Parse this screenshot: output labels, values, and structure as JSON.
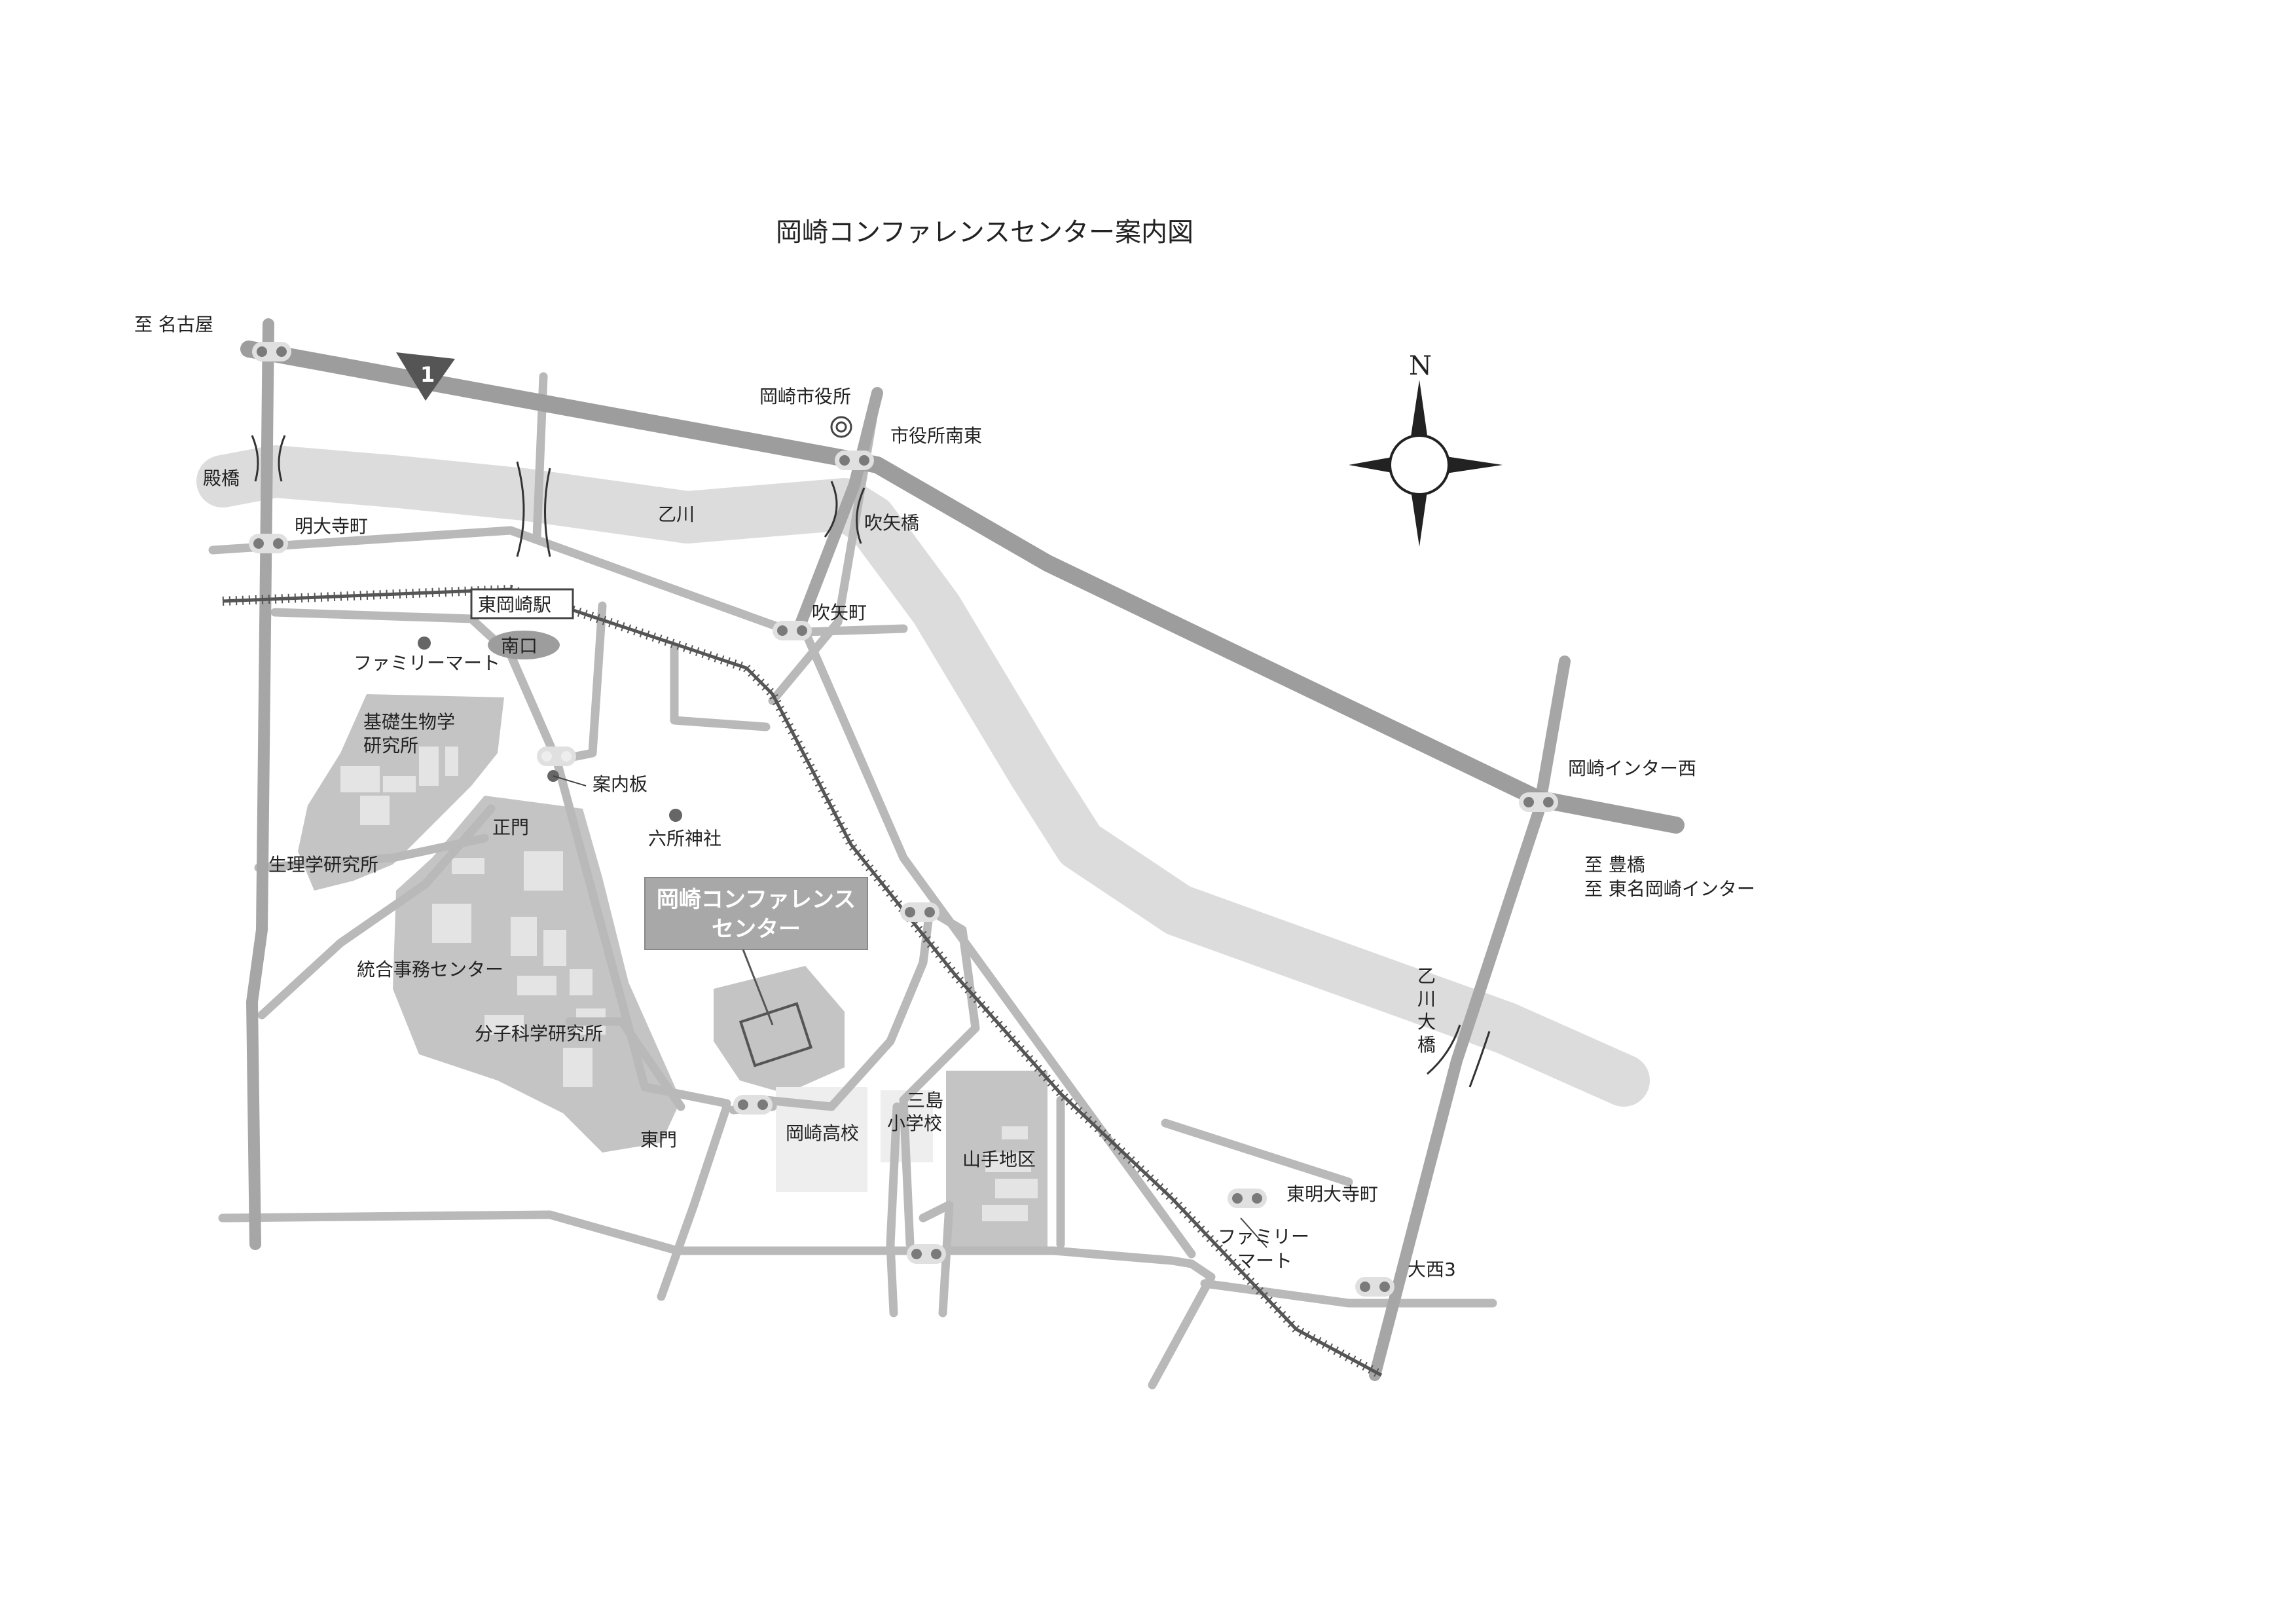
{
  "title": "岡崎コンファレンスセンター案内図",
  "compass": {
    "north": "N"
  },
  "route": "1",
  "labels": {
    "to_nagoya": "至 名古屋",
    "tonobashi": "殿橋",
    "myodaijicho": "明大寺町",
    "city_hall": "岡崎市役所",
    "city_hall_se": "市役所南東",
    "otogawa": "乙川",
    "fukiyabashi": "吹矢橋",
    "fukiyacho": "吹矢町",
    "higashi_okazaki_st": "東岡崎駅",
    "south_exit": "南口",
    "familymart1": "ファミリーマート",
    "nibb": "基礎生物学研究所",
    "guide_board": "案内板",
    "rokusho_shrine": "六所神社",
    "main_gate": "正門",
    "nips": "生理学研究所",
    "conf_center": "岡崎コンファレンスセンター",
    "admin_center": "統合事務センター",
    "ims": "分子科学研究所",
    "east_gate": "東門",
    "okazaki_hs": "岡崎高校",
    "mishima_es": "三島小学校",
    "yamate": "山手地区",
    "okazaki_ic_west": "岡崎インター西",
    "to_toyohashi": "至 豊橋",
    "to_tomei_ic": "至 東名岡崎インター",
    "otogawa_ohashi": "乙川大橋",
    "higashi_myodaijicho": "東明大寺町",
    "familymart2": "ファミリーマート",
    "onishi3": "大西3"
  },
  "colors": {
    "road": "#b9b9b9",
    "highway": "#9d9d9d",
    "river": "#dcdcdc",
    "campus": "#c4c4c4",
    "building": "#e4e4e4",
    "label_box": "#a8a8a8",
    "rail": "#555555",
    "signal": "#7a7a7a",
    "dot": "#666666"
  }
}
